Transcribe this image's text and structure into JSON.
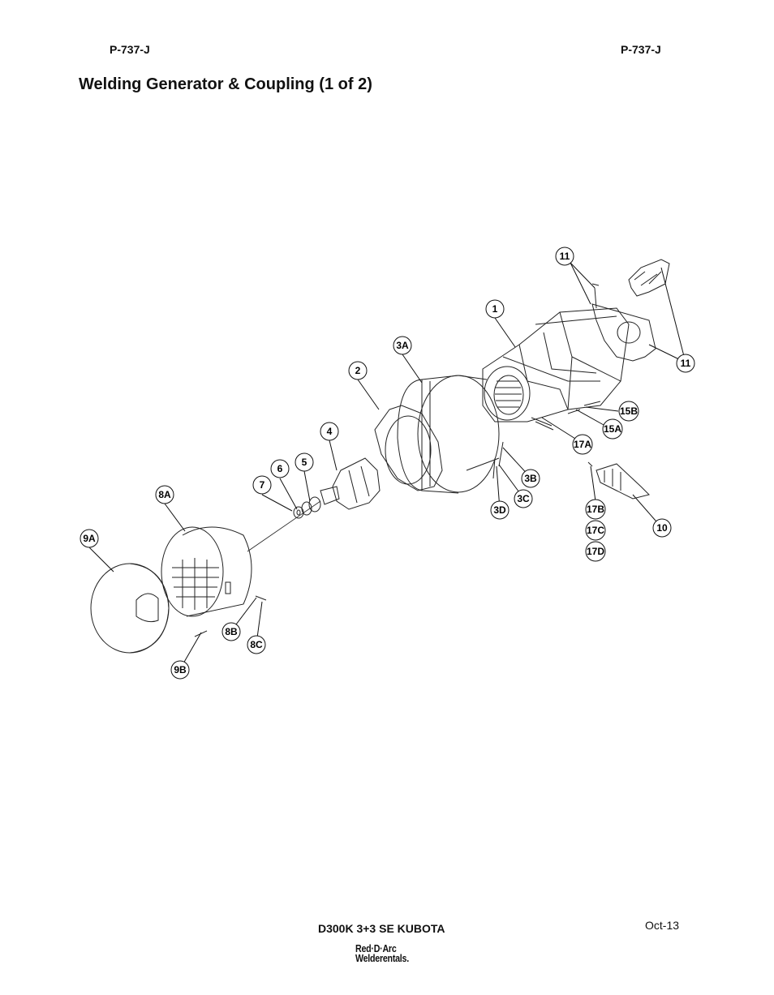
{
  "header": {
    "left_code": "P-737-J",
    "right_code": "P-737-J"
  },
  "page_title": "Welding Generator & Coupling (1 of 2)",
  "diagram": {
    "callouts": [
      "11",
      "11",
      "1",
      "3A",
      "2",
      "4",
      "6",
      "5",
      "7",
      "8A",
      "9A",
      "15B",
      "15A",
      "17A",
      "3B",
      "3C",
      "3D",
      "17B",
      "17C",
      "17D",
      "10",
      "8B",
      "8C",
      "9B"
    ]
  },
  "footer": {
    "model": "D300K 3+3 SE KUBOTA",
    "date": "Oct-13",
    "logo_line1": "Red·D·Arc",
    "logo_line2": "Welderentals."
  }
}
